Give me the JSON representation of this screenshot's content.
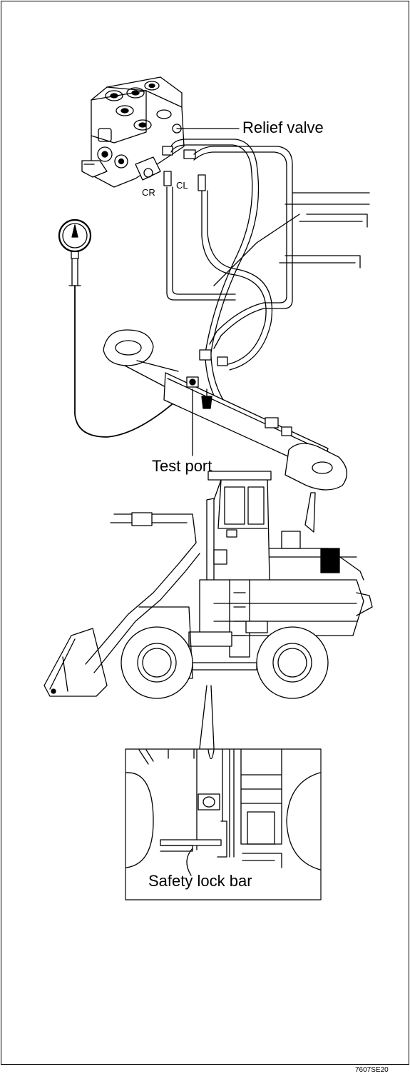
{
  "labels": {
    "relief_valve": "Relief valve",
    "cr": "CR",
    "cl": "CL",
    "test_port": "Test port",
    "safety_lock_bar": "Safety lock bar",
    "figure_code": "7607SE20"
  }
}
